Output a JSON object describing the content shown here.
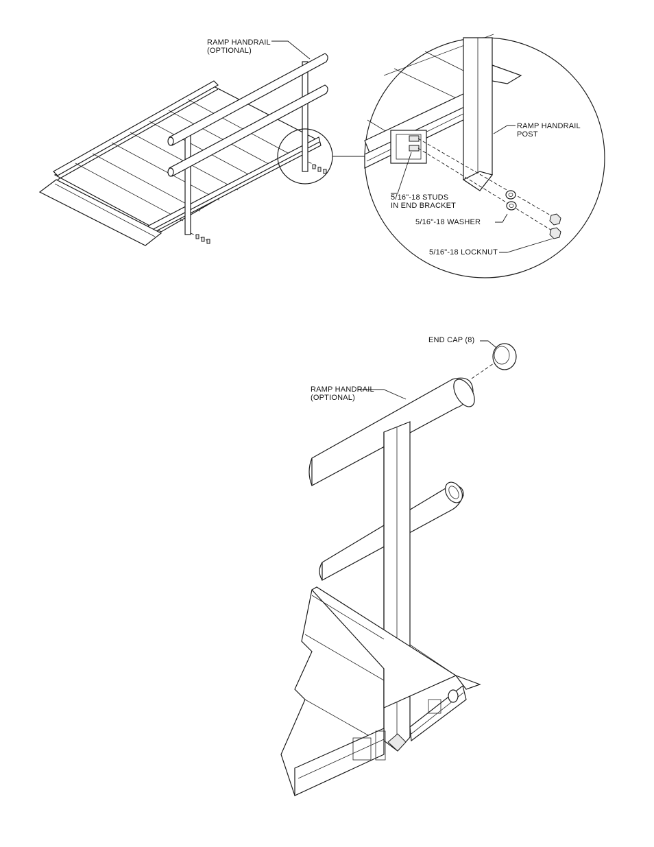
{
  "labels": {
    "handrail_top": [
      "RAMP HANDRAIL",
      "(OPTIONAL)"
    ],
    "handrail_post": [
      "RAMP HANDRAIL",
      "POST"
    ],
    "studs": [
      "5/16\"-18 STUDS",
      "IN END BRACKET"
    ],
    "washer": "5/16\"-18 WASHER",
    "locknut": "5/16\"-18 LOCKNUT",
    "end_cap": "END CAP (8)",
    "handrail_bottom": [
      "RAMP HANDRAIL",
      "(OPTIONAL)"
    ]
  }
}
